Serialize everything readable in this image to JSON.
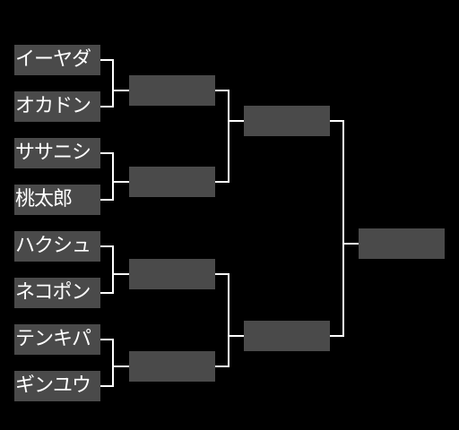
{
  "bracket": {
    "round1": [
      {
        "name": "イーヤダ"
      },
      {
        "name": "オカドン"
      },
      {
        "name": "ササニシ"
      },
      {
        "name": "桃太郎"
      },
      {
        "name": "ハクシュ"
      },
      {
        "name": "ネコポン"
      },
      {
        "name": "テンキパ"
      },
      {
        "name": "ギンユウ"
      }
    ],
    "round2": [
      {
        "name": ""
      },
      {
        "name": ""
      },
      {
        "name": ""
      },
      {
        "name": ""
      }
    ],
    "semifinal": [
      {
        "name": ""
      },
      {
        "name": ""
      }
    ],
    "final": [
      {
        "name": ""
      }
    ]
  },
  "colors": {
    "background": "#000000",
    "slot": "#4a4a4a",
    "line": "#ffffff",
    "text": "#ffffff"
  }
}
